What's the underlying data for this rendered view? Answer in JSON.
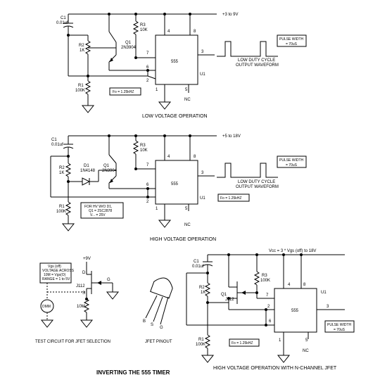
{
  "top": {
    "supply": "+3 to 9V",
    "c1": "C1",
    "c1_val": "0.01uf",
    "r2": "R2",
    "r2_val": "1K",
    "r3": "R3",
    "r3_val": "10K",
    "q1": "Q1",
    "q1_part": "2N3904",
    "r1": "R1",
    "r1_val": "100K",
    "pins": {
      "p4": "4",
      "p8": "8",
      "p7": "7",
      "p3": "3",
      "p6": "6",
      "p2": "2",
      "p1": "1",
      "p5": "5"
    },
    "ic": "555",
    "u1": "U1",
    "fo": "Fo = 1.25kHZ",
    "pulse1": "PULSE WIDTH",
    "pulse2": "= 70uS",
    "wave1": "LOW DUTY CYCLE",
    "wave2": "OUTPUT WAVEFORM",
    "nc": "NC",
    "caption": "LOW VOLTAGE OPERATION"
  },
  "mid": {
    "supply": "+5 to 18V",
    "c1": "C1",
    "c1_val": "0.01uf",
    "r2": "R2",
    "r2_val": "1K",
    "d1": "D1",
    "d1_part": "1N4148",
    "q1": "Q1",
    "q1_part": "2N3904",
    "r3": "R3",
    "r3_val": "10K",
    "r1": "R1",
    "r1_val": "100K",
    "pins": {
      "p4": "4",
      "p8": "8",
      "p7": "7",
      "p3": "3",
      "p6": "6",
      "p2": "2",
      "p1": "1",
      "p5": "5"
    },
    "ic": "555",
    "u1": "U1",
    "fo": "Fo = 1.25kHZ",
    "pulse1": "PULSE WIDTH",
    "pulse2": "= 70uS",
    "wave1": "LOW DUTY CYCLE",
    "wave2": "OUTPUT WAVEFORM",
    "note1": "FOR HV W/O D1,",
    "note2": "Q1 = 2SC2878",
    "note3": "V... = 25V",
    "nc": "NC",
    "caption": "HIGH VOLTAGE OPERATION"
  },
  "jfet_test": {
    "supply": "+9V",
    "note1": "Vgs (off)",
    "note2": "VOLTAGE ACROSS",
    "note3": "10M  = Vgs(O)",
    "note4": "RANGE = 1 to 5V",
    "part": "J112",
    "d": "D",
    "s": "S",
    "g": "G",
    "r": "10M",
    "meter": "DMM",
    "caption": "TEST CIRCUIT FOR JFET SELECTION"
  },
  "pinout": {
    "b": "B",
    "s": "S",
    "g": "G",
    "caption": "JFET PINOUT"
  },
  "jfet_circuit": {
    "supply": "Vcc = 3 * Vgs (off) to 18V",
    "c1": "C1",
    "c1_val": "0.01uf",
    "r2": "R2",
    "r2_val": "1K",
    "r3": "R3",
    "r3_val": "100K",
    "q1": "Q1",
    "q1_part": "J112",
    "r1": "R1",
    "r1_val": "100K",
    "pins": {
      "p4": "4",
      "p8": "8",
      "p7": "7",
      "p3": "3",
      "p2": "2",
      "p6": "6",
      "p1": "1",
      "p5": "5"
    },
    "ic": "555",
    "u1": "U1",
    "fo": "Fo = 1.25kHZ",
    "pulse1": "PULSE WIDTH",
    "pulse2": "= 70uS",
    "nc": "NC",
    "caption": "HIGH VOLTAGE OPERATION WITH N-CHANNEL  JFET"
  },
  "main_title": "INVERTING THE 555 TIMER"
}
